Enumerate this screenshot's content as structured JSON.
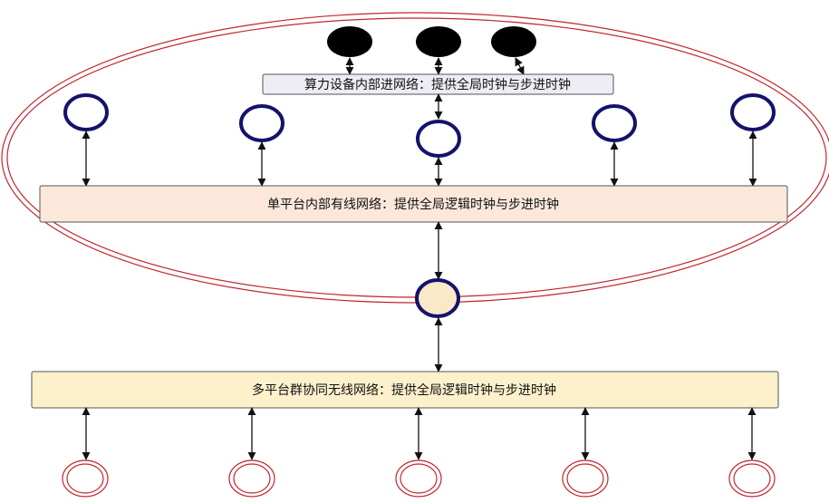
{
  "networks": {
    "compute": {
      "label": "算力设备内部进网络：提供全局时钟与步进时钟",
      "fill": "#eeecf4"
    },
    "platform": {
      "label": "单平台内部有线网络：提供全局逻辑时钟与步进时钟",
      "fill": "#fbe8db"
    },
    "swarm": {
      "label": "多平台群协同无线网络：提供全局逻辑时钟与步进时钟",
      "fill": "#fdf1cc"
    }
  },
  "colors": {
    "outer_ring": "#c0262d",
    "device_node": "#000000",
    "platform_node_stroke": "#14126b",
    "gateway_fill": "#fbe8c8",
    "arrow": "#111111"
  }
}
